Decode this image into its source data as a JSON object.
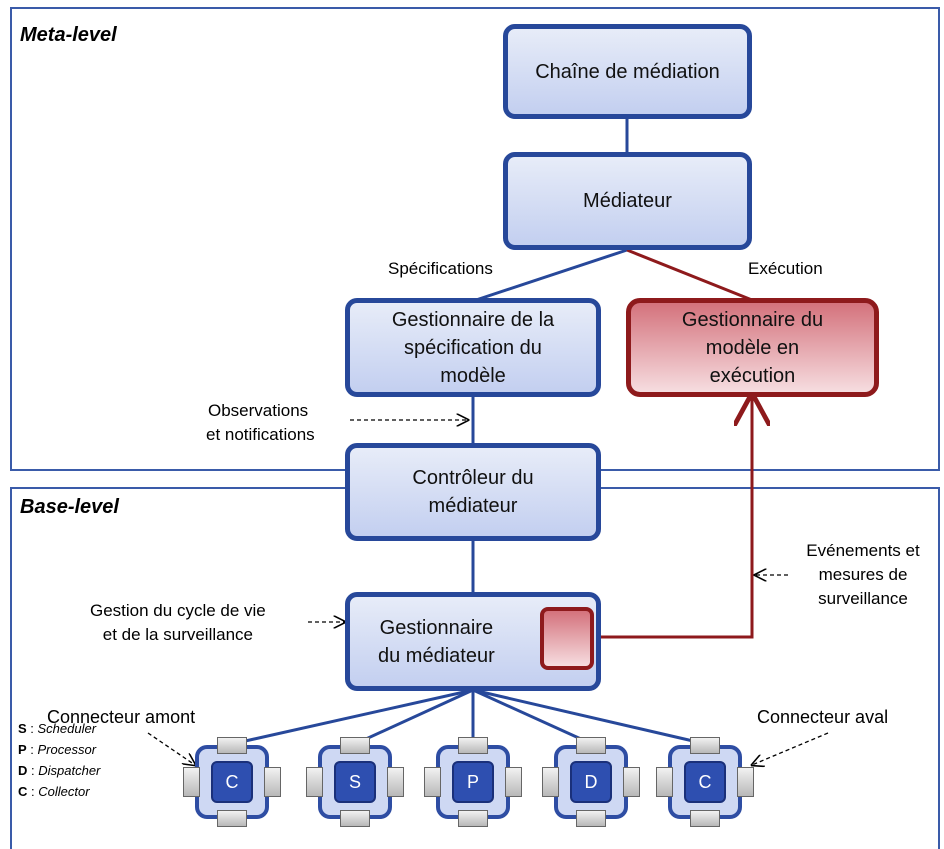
{
  "meta_level_label": "Meta-level",
  "base_level_label": "Base-level",
  "boxes": {
    "chaine": "Chaîne de médiation",
    "mediateur": "Médiateur",
    "gest_spec": [
      "Gestionnaire de la",
      "spécification du",
      "modèle"
    ],
    "gest_exec": [
      "Gestionnaire du",
      "modèle en",
      "exécution"
    ],
    "controleur": [
      "Contrôleur du",
      "médiateur"
    ],
    "gest_med": [
      "Gestionnaire",
      "du médiateur"
    ]
  },
  "edge_labels": {
    "specifications": "Spécifications",
    "execution": "Exécution"
  },
  "annotations": {
    "observations": [
      "Observations",
      "et notifications"
    ],
    "evenements": [
      "Evénements et",
      "mesures de",
      "surveillance"
    ],
    "gestion_cycle": [
      "Gestion du cycle de vie",
      "et de la surveillance"
    ],
    "connecteur_amont": "Connecteur amont",
    "connecteur_aval": "Connecteur aval"
  },
  "connectors": [
    "C",
    "S",
    "P",
    "D",
    "C"
  ],
  "legend": [
    {
      "key": "S",
      "value": "Scheduler"
    },
    {
      "key": "P",
      "value": "Processor"
    },
    {
      "key": "D",
      "value": "Dispatcher"
    },
    {
      "key": "C",
      "value": "Collector"
    }
  ],
  "colors": {
    "blue_border": "#27489a",
    "red_border": "#8e1a1c"
  }
}
